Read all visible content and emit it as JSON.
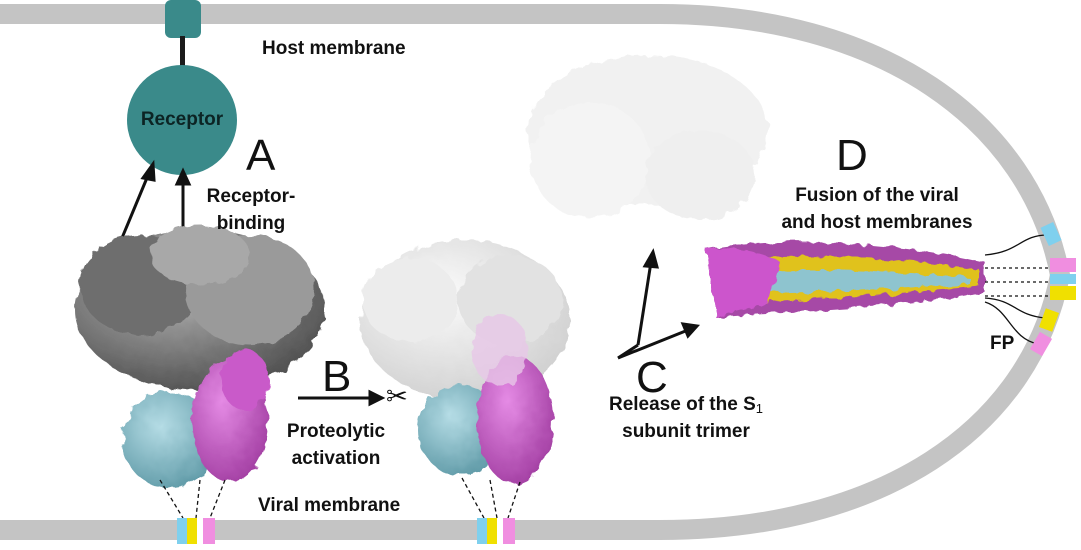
{
  "labels": {
    "host_membrane": "Host membrane",
    "viral_membrane": "Viral membrane",
    "receptor": "Receptor",
    "receptor_binding_1": "Receptor-",
    "receptor_binding_2": "binding",
    "proteolytic_1": "Proteolytic",
    "proteolytic_2": "activation",
    "release_1": "Release of the S",
    "release_sub": "1",
    "release_2": "subunit trimer",
    "fusion_1": "Fusion of the viral",
    "fusion_2": "and host membranes",
    "fp": "FP",
    "scissors": "✂"
  },
  "steps": [
    "A",
    "B",
    "C",
    "D"
  ],
  "colors": {
    "membrane": "#c4c4c4",
    "receptor": "#3a8a8a",
    "protein_gray": "#8c8c8c",
    "protein_light": "#e6e6e6",
    "protein_magenta": "#cc55cc",
    "protein_cyan": "#8ec4cf",
    "protein_yellow": "#e6c81e",
    "anchor_pink": "#f08ee0",
    "anchor_cyan": "#7fd0ee",
    "anchor_yellow": "#f0e000"
  }
}
